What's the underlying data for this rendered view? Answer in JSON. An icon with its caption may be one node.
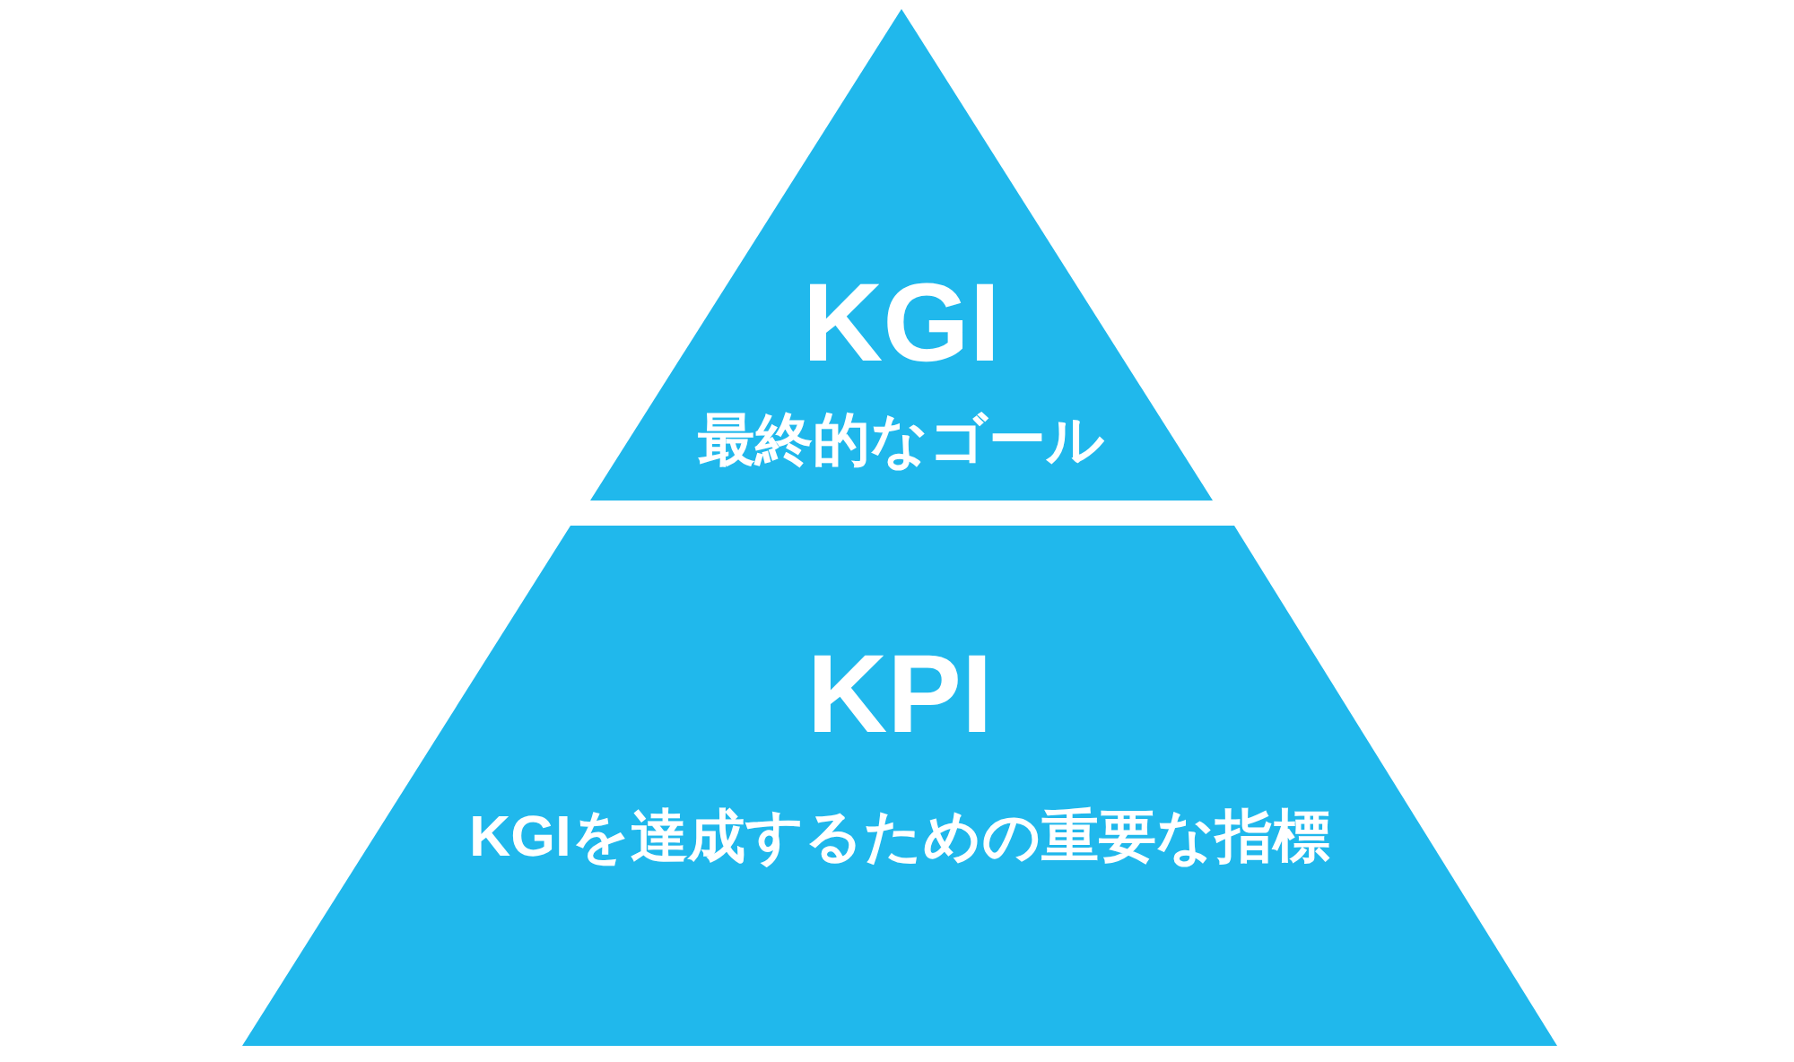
{
  "diagram": {
    "nodes": [
      {
        "text": [
          "KGI",
          "最終的なゴール"
        ]
      },
      {
        "text": [
          "KPI",
          "KGIを達成するための重要な指標"
        ]
      }
    ]
  }
}
